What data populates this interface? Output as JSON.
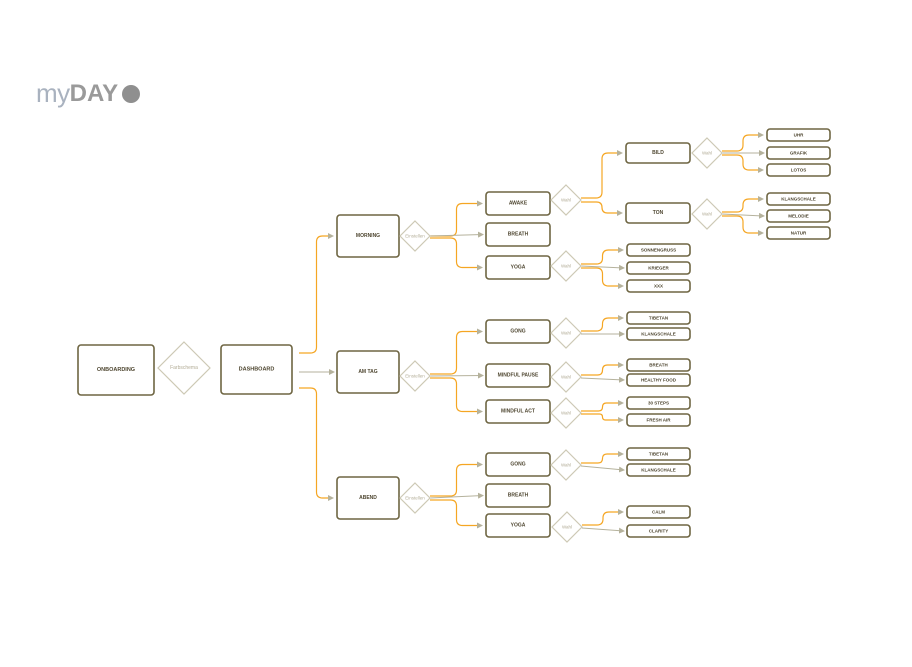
{
  "logo": {
    "my": "my",
    "day": "DAY"
  },
  "nodes": {
    "onboarding": "ONBOARDING",
    "dashboard": "DASHBOARD",
    "morning": "MORNING",
    "am_tag": "AM TAG",
    "abend": "ABEND",
    "awake": "AWAKE",
    "m_breath": "BREATH",
    "m_yoga": "YOGA",
    "bild": "BILD",
    "ton": "TON",
    "uhr": "UHR",
    "grafik": "GRAFIK",
    "lotos": "LOTOS",
    "klangschale1": "KLANGSCHALE",
    "melodie": "MELODIE",
    "natur": "NATUR",
    "sonnengruss": "SONNENGRUSS",
    "krieger": "KRIEGER",
    "xxx": "XXX",
    "t_gong": "GONG",
    "mindful_pause": "MINDFUL PAUSE",
    "mindful_act": "MINDFUL ACT",
    "tibetan1": "TIBETAN",
    "klangschale2": "KLANGSCHALE",
    "p_breath": "BREATH",
    "healthy_food": "HEALTHY FOOD",
    "steps": "30 STEPS",
    "fresh_air": "FRESH AIR",
    "a_gong": "GONG",
    "a_breath": "BREATH",
    "a_yoga": "YOGA",
    "tibetan2": "TIBETAN",
    "klangschale3": "KLANGSCHALE",
    "calm": "CALM",
    "clarity": "CLARITY"
  },
  "decisions": {
    "farbschema": "Farbschema",
    "einstellen": "Einstellen",
    "wahl": "Wahl"
  },
  "colors": {
    "accent": "#f5a623",
    "box_stroke": "#6e6542",
    "connector": "#b5b29c"
  }
}
